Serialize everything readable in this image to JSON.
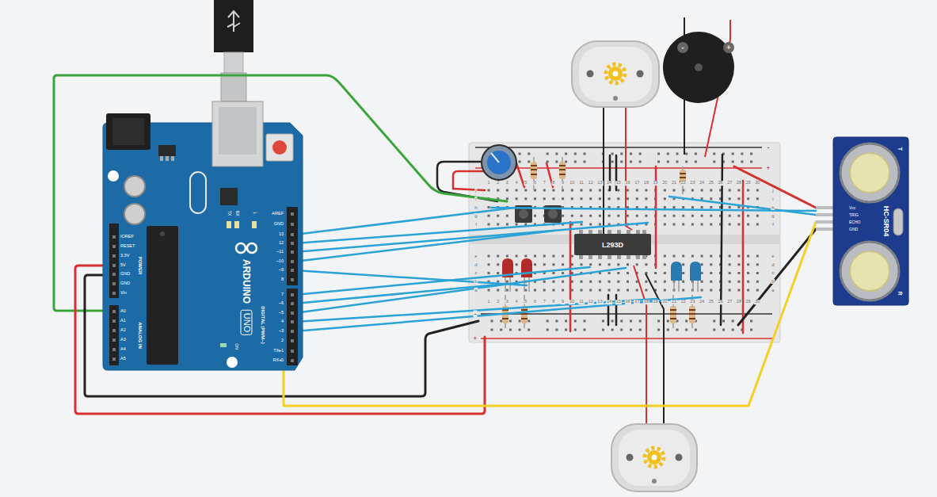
{
  "diagram": {
    "nodes": [
      {
        "text": [
          "ARDUINO",
          "UNO"
        ]
      },
      {
        "text": [
          "L293D"
        ]
      },
      {
        "text": [
          "HC-SR04"
        ]
      }
    ],
    "edges": [
      {
        "from": 0,
        "to": 2,
        "arrow": "none"
      }
    ],
    "labels": [
      "IOREF",
      "RESET",
      "3.3V",
      "5V",
      "GND",
      "GND",
      "Vin",
      "POWER",
      "A0",
      "A1",
      "A2",
      "A3",
      "A4",
      "A5",
      "ANALOG IN",
      "AREF",
      "GND",
      "13",
      "12",
      "~11",
      "~10",
      "~9",
      "8",
      "7",
      "~6",
      "~5",
      "4",
      "~3",
      "2",
      "TX▸1",
      "RX◂0",
      "DIGITAL (PWM~)",
      "TX",
      "RX",
      "L",
      "ON",
      "Vcc",
      "TRIG",
      "ECHO",
      "GND",
      "T",
      "R",
      "-",
      "+",
      "-",
      "+",
      "-",
      "+",
      "j",
      "i",
      "h",
      "g",
      "f",
      "j",
      "i",
      "h",
      "g",
      "f",
      "e",
      "d",
      "c",
      "b",
      "a",
      "e",
      "d",
      "c",
      "b",
      "a",
      "1",
      "2",
      "3",
      "4",
      "5",
      "6",
      "7",
      "8",
      "9",
      "10",
      "11",
      "12",
      "13",
      "14",
      "15",
      "16",
      "17",
      "18",
      "19",
      "20",
      "21",
      "22",
      "23",
      "24",
      "25",
      "26",
      "27",
      "28",
      "29",
      "30",
      "1",
      "2",
      "3",
      "4",
      "5",
      "6",
      "7",
      "8",
      "9",
      "10",
      "11",
      "12",
      "13",
      "14",
      "15",
      "16",
      "17",
      "18",
      "19",
      "20",
      "21",
      "22",
      "23",
      "24",
      "25",
      "26",
      "27",
      "28",
      "29",
      "30"
    ]
  }
}
